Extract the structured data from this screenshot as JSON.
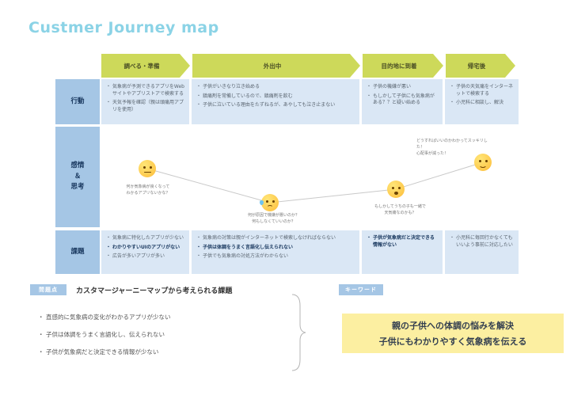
{
  "title": "Custmer Journey map",
  "colors": {
    "title": "#8BD3E6",
    "stage_arrow": "#CDD95A",
    "row_label": "#A5C6E5",
    "cell_bg": "#DAE7F5",
    "badge_bg": "#A5C6E5",
    "keyword_bg": "#FCEFA1",
    "bold_text": "#17365D"
  },
  "stages": [
    "調べる・準備",
    "外出中",
    "目的地に到着",
    "帰宅後"
  ],
  "row_labels": {
    "actions": "行動",
    "emotions": "感情\n＆\n思考",
    "issues": "課題"
  },
  "actions": [
    [
      "気象病が予測できるアプリをWebサイトやアプリストアで検索する",
      "天気予報を確認（親は頭痛用アプリを使用）"
    ],
    [
      "子供がいきなり泣き始める",
      "鎮痛剤を常備しているので、鎮痛剤を飲む",
      "子供に泣いている理由をたずねるが、あやしても泣き止まない"
    ],
    [
      "子供の機嫌が悪い",
      "もしかして子供にも気象病がある？？と疑い始める"
    ],
    [
      "子供の天気痛をインターネットで検索する",
      "小児科に相談し、解決"
    ]
  ],
  "emotions": {
    "faces": [
      "neutral-face",
      "crying-face",
      "worried-face",
      "happy-face"
    ],
    "captions": [
      "何か気象病が良くなって\nわかるアプリないかな？",
      "何が原因で機嫌が悪いのか？\n何もしなくていいのか？",
      "もしかしてうちの子も一緒で\n天気痛なのかも？",
      "どうすればいいのかわかってスッキリした！\n心配事が減った！"
    ]
  },
  "issues": [
    [
      "気象病に特化したアプリが少ない",
      "わかりやすいUIのアプリがない",
      "広告が多いアプリが多い"
    ],
    [
      "気象病の対策は親がインターネットで検索しなければならない",
      "子供は体調をうまく言語化し伝えられない",
      "子供でも気象病の対処方法がわからない"
    ],
    [
      "子供が気象病だと決定できる情報がない"
    ],
    [
      "小児科に毎回行かなくてもいいよう事前に対応したい"
    ]
  ],
  "badges": {
    "problem": "問題点",
    "keyword": "キーワード"
  },
  "problems": {
    "heading": "カスタマージャーニーマップから考えられる課題",
    "items": [
      "直感的に気象病の変化がわかるアプリが少ない",
      "子供は体調をうまく言語化し、伝えられない",
      "子供が気象病だと決定できる情報が少ない"
    ]
  },
  "keyword": {
    "line1": "親の子供への体調の悩みを解決",
    "line2": "子供にもわかりやすく気象病を伝える"
  }
}
